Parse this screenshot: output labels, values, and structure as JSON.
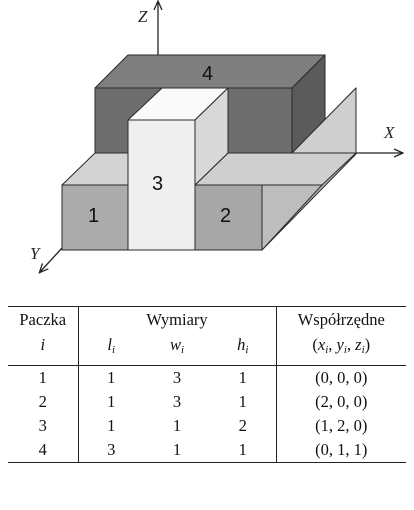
{
  "diagram": {
    "axes": {
      "z": "Z",
      "x": "X",
      "y": "Y"
    },
    "boxes": [
      {
        "id": "1",
        "label": "1"
      },
      {
        "id": "2",
        "label": "2"
      },
      {
        "id": "3",
        "label": "3"
      },
      {
        "id": "4",
        "label": "4"
      }
    ],
    "colors": {
      "box1_front": "#ababab",
      "box1_top": "#d3d3d3",
      "box1_side": "#bcbcbc",
      "box2_front": "#a7a7a7",
      "box2_top": "#cfcfcf",
      "box2_side": "#b6b6b6",
      "box3_front": "#efefef",
      "box3_top": "#fafafa",
      "box3_side": "#d8d8d8",
      "box4_front": "#6e6e6e",
      "box4_top": "#7f7f7f",
      "box4_side": "#5b5b5b",
      "base_right_side": "#bdbdbd"
    }
  },
  "table": {
    "header": {
      "col1": "Paczka",
      "col2": "Wymiary",
      "col3": "Współrzędne"
    },
    "subheader": {
      "i": "i",
      "l": "l",
      "l_sub": "i",
      "w": "w",
      "w_sub": "i",
      "h": "h",
      "h_sub": "i",
      "coords": "(x",
      "coords_full_x": "x",
      "coords_full_y": "y",
      "coords_full_z": "z",
      "coords_sub": "i"
    },
    "rows": [
      {
        "i": "1",
        "l": "1",
        "w": "3",
        "h": "1",
        "coords": "(0, 0, 0)"
      },
      {
        "i": "2",
        "l": "1",
        "w": "3",
        "h": "1",
        "coords": "(2, 0, 0)"
      },
      {
        "i": "3",
        "l": "1",
        "w": "1",
        "h": "2",
        "coords": "(1, 2, 0)"
      },
      {
        "i": "4",
        "l": "3",
        "w": "1",
        "h": "1",
        "coords": "(0, 1, 1)"
      }
    ]
  }
}
